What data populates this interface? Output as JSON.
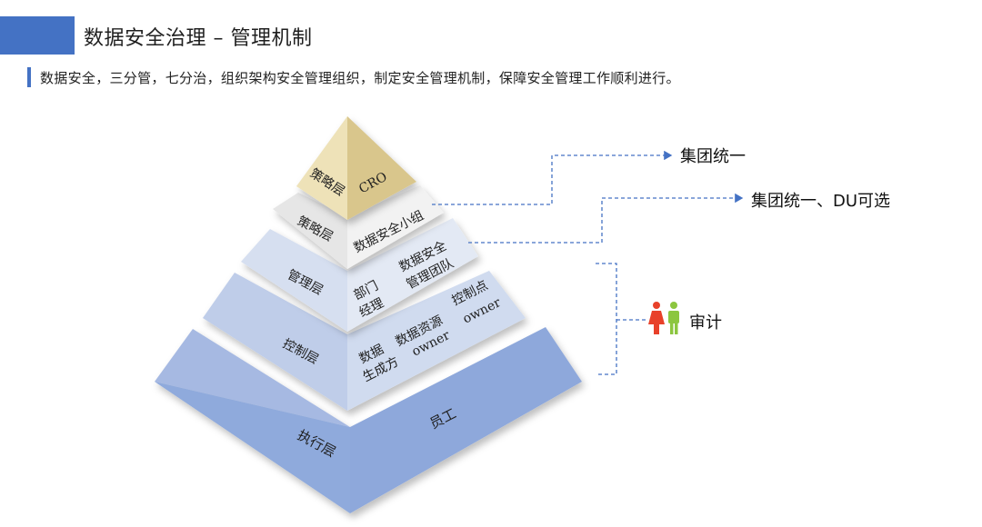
{
  "header": {
    "title": "数据安全治理 – 管理机制",
    "subtitle": "数据安全，三分管，七分治，组织架构安全管理组织，制定安全管理机制，保障安全管理工作顺利进行。"
  },
  "pyramid": {
    "apex": {
      "left_label": "策略层",
      "right_label": "CRO"
    },
    "layer2": {
      "left_label": "策略层",
      "right_label": "数据安全小组"
    },
    "layer3": {
      "left_label": "管理层",
      "right_labels": [
        "部门",
        "经理",
        "数据安全",
        "管理团队"
      ]
    },
    "layer4": {
      "left_label": "控制层",
      "right_labels": [
        "数据",
        "生成方",
        "数据资源",
        "owner",
        "控制点",
        "owner"
      ]
    },
    "layer5": {
      "left_label": "执行层",
      "right_label": "员工"
    }
  },
  "callouts": {
    "top": "集团统一",
    "middle": "集团统一、DU可选",
    "audit": "审计"
  },
  "colors": {
    "accent": "#4472c4",
    "apex_left": "#e8dcb0",
    "apex_right": "#d8c58a",
    "layer2": "#eeeeee",
    "layer3": "#dbe3f1",
    "layer4": "#c4d1ea",
    "layer5": "#8faadc",
    "audit_female": "#e8412a",
    "audit_male": "#8cc63f"
  }
}
